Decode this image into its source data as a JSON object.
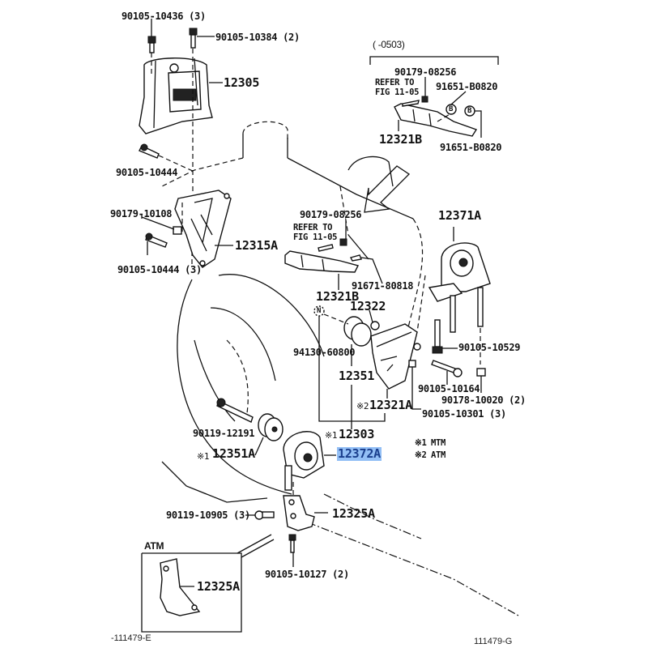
{
  "diagram": {
    "title": "Engine mounting parts diagram",
    "figure_code_left": "-111479-E",
    "figure_code_right": "111479-G",
    "date_range_note": "(      -0503)",
    "legend": [
      {
        "mark": "※1",
        "meaning": "MTM"
      },
      {
        "mark": "※2",
        "meaning": "ATM"
      }
    ],
    "inset_label": "ATM",
    "highlight_color": "#93bff5",
    "selected_part": "12372A"
  },
  "labels": {
    "p90105_10436": "90105-10436 (3)",
    "p90105_10384": "90105-10384 (2)",
    "p12305": "12305",
    "p90105_10444": "90105-10444",
    "p90179_10108": "90179-10108",
    "p12315A": "12315A",
    "p90105_10444_3": "90105-10444 (3)",
    "top_90179_08256": "90179-08256",
    "top_refer_to": "REFER TO",
    "top_fig": "FIG 11-05",
    "top_91651_b0820_a": "91651-B0820",
    "top_12321B": "12321B",
    "top_91651_b0820_b": "91651-B0820",
    "mid_90179_08256": "90179-08256",
    "mid_refer_to": "REFER TO",
    "mid_fig": "FIG 11-05",
    "mid_91671_80818": "91671-80818",
    "mid_12321B": "12321B",
    "p12322": "12322",
    "p12371A": "12371A",
    "p94130_60800": "94130-60800",
    "p12351": "12351",
    "p90105_10529": "90105-10529",
    "p90105_10164": "90105-10164",
    "p90178_10020": "90178-10020 (2)",
    "p12321A": "12321A",
    "p12321A_mark": "※2",
    "p90105_10301": "90105-10301 (3)",
    "p90119_12191": "90119-12191",
    "p12303": "12303",
    "p12303_mark": "※1",
    "p12351A": "12351A",
    "p12351A_mark": "※1",
    "p12372A": "12372A",
    "p90119_10905": "90119-10905 (3)",
    "p12325A": "12325A",
    "p90105_10127": "90105-10127 (2)",
    "inset_12325A": "12325A",
    "nut_circle_N": "N",
    "bolt_circle_B": "B"
  }
}
